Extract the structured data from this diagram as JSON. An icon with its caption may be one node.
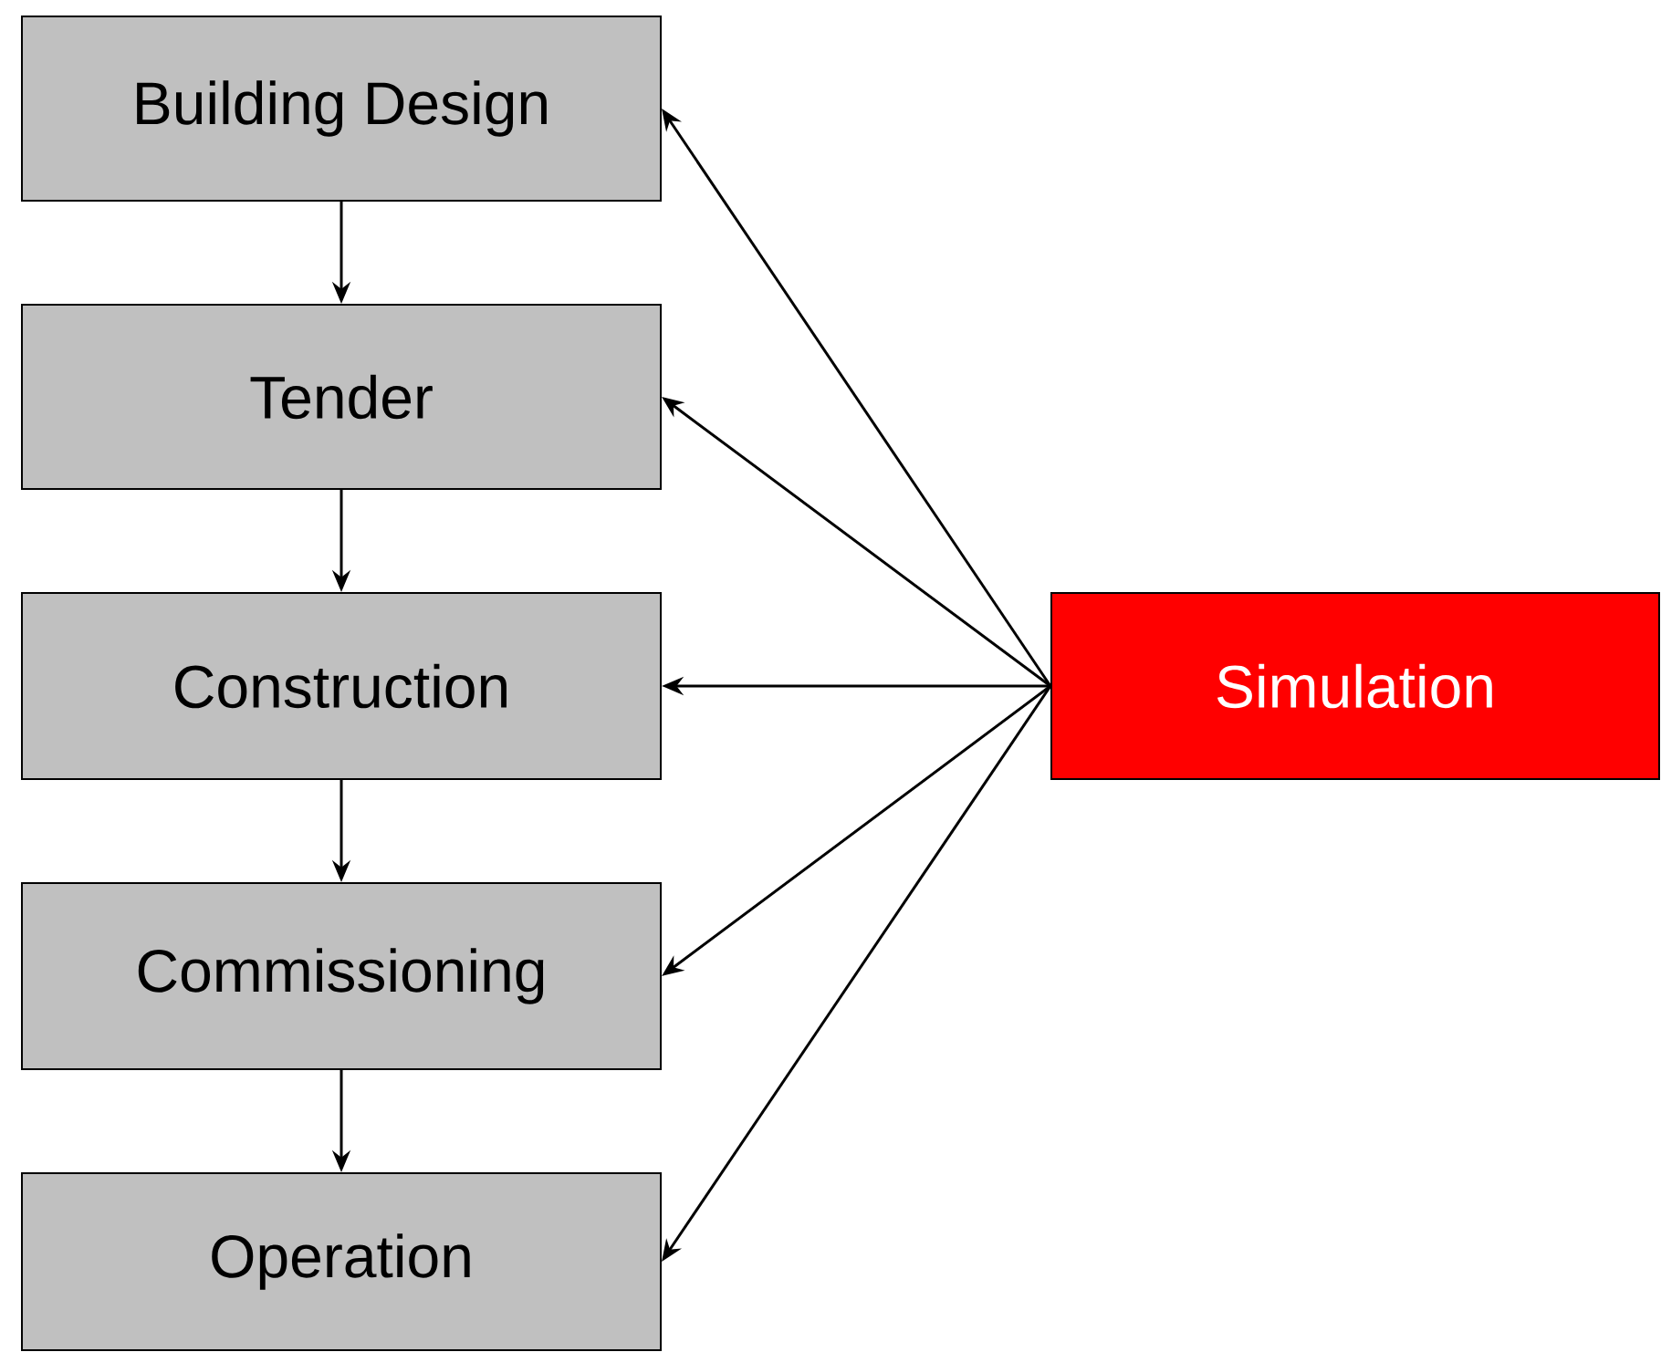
{
  "diagram": {
    "nodes": [
      {
        "text": [
          "Building Design"
        ]
      },
      {
        "text": [
          "Tender"
        ]
      },
      {
        "text": [
          "Construction"
        ]
      },
      {
        "text": [
          "Commissioning"
        ]
      },
      {
        "text": [
          "Operation"
        ]
      },
      {
        "text": [
          "Simulation"
        ]
      }
    ],
    "edges": [
      {
        "from": 0,
        "to": 1,
        "arrow": "to"
      },
      {
        "from": 1,
        "to": 2,
        "arrow": "to"
      },
      {
        "from": 2,
        "to": 3,
        "arrow": "to"
      },
      {
        "from": 3,
        "to": 4,
        "arrow": "to"
      },
      {
        "from": 5,
        "to": 0,
        "arrow": "to"
      },
      {
        "from": 5,
        "to": 1,
        "arrow": "to"
      },
      {
        "from": 5,
        "to": 2,
        "arrow": "to"
      },
      {
        "from": 5,
        "to": 3,
        "arrow": "to"
      },
      {
        "from": 5,
        "to": 4,
        "arrow": "to"
      }
    ]
  }
}
